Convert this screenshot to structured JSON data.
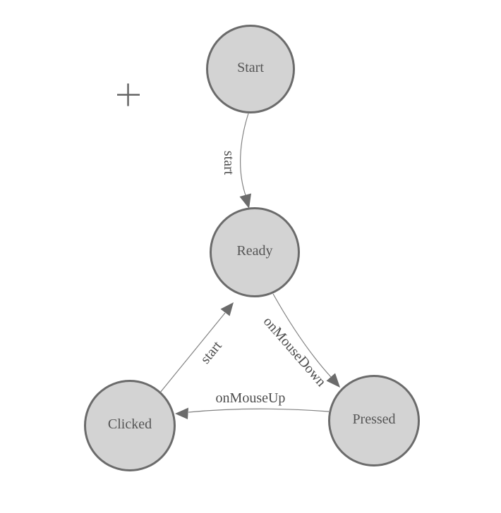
{
  "diagram": {
    "type": "state-machine",
    "nodes": [
      {
        "id": "start",
        "label": "Start"
      },
      {
        "id": "ready",
        "label": "Ready"
      },
      {
        "id": "clicked",
        "label": "Clicked"
      },
      {
        "id": "pressed",
        "label": "Pressed"
      }
    ],
    "transitions": [
      {
        "from": "Start",
        "to": "Ready",
        "label": "start"
      },
      {
        "from": "Clicked",
        "to": "Ready",
        "label": "start"
      },
      {
        "from": "Ready",
        "to": "Pressed",
        "label": "onMouseDown"
      },
      {
        "from": "Pressed",
        "to": "Clicked",
        "label": "onMouseUp"
      }
    ]
  },
  "icons": {
    "plus_marker": "plus-crosshair"
  },
  "colors": {
    "background": "#ffffff",
    "node_fill": "#d3d3d3",
    "node_border": "#6b6b6b",
    "edge_line": "#828282",
    "arrowhead_fill": "#6b6b6b",
    "node_text": "#555555",
    "edge_text": "#4d4d4d",
    "marker": "#666666"
  }
}
